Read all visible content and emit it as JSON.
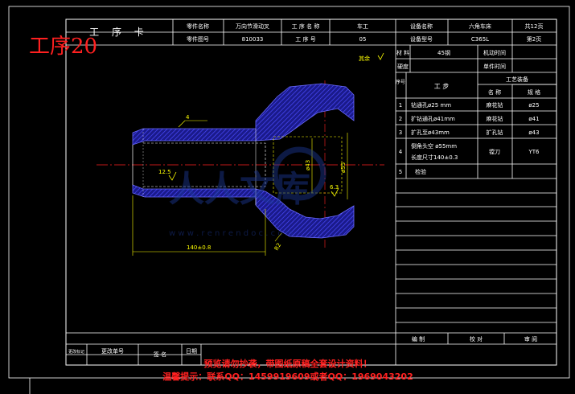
{
  "sheet_title": "工序20",
  "header": {
    "card_title": "工 序 卡",
    "part_name_label": "零件名称",
    "part_name": "万向节滑动叉",
    "proc_name_label": "工 序 名 称",
    "proc_name": "车工",
    "equip_name_label": "设备名称",
    "equip_name": "六角车床",
    "total_pages": "共12页",
    "part_no_label": "零件图号",
    "part_no": "810033",
    "proc_no_label": "工 序 号",
    "proc_no": "05",
    "equip_model_label": "设备型号",
    "equip_model": "C365L",
    "page_no": "第2页"
  },
  "info": {
    "material_label": "材 料",
    "material": "45钢",
    "machine_time_label": "机动时间",
    "hardness_label": "硬度",
    "unit_time_label": "单件时间"
  },
  "steps_table": {
    "no_label": "序号",
    "step_label": "工 步",
    "equip_label": "工艺装备",
    "name_col": "名 称",
    "spec_col": "规 格",
    "rows": [
      {
        "no": "1",
        "step": "钻通孔ø25 mm",
        "tool": "麻花钻",
        "spec": "ø25"
      },
      {
        "no": "2",
        "step": "扩钻通孔ø41mm",
        "tool": "麻花钻",
        "spec": "ø41"
      },
      {
        "no": "3",
        "step": "扩孔至ø43mm",
        "tool": "扩孔钻",
        "spec": "ø43"
      },
      {
        "no": "4",
        "step": "倒角头空 ø55mm",
        "step2": "长度尺寸140±0.3",
        "tool": "镗刀",
        "spec": "YT6"
      },
      {
        "no": "5",
        "step": "检验",
        "tool": "",
        "spec": ""
      }
    ]
  },
  "drawing": {
    "roughness_note": "其余",
    "dim_length": "140±0.8",
    "dim_bore": "ø43",
    "dim_outer": "ø55",
    "dim_4": "4",
    "rough1": "12.5",
    "rough2": "6.3",
    "dim_r": "R2"
  },
  "footer": {
    "compile_label": "编 制",
    "check_label": "校 对",
    "review_label": "审 阅",
    "mark_label": "更改标记",
    "change_doc_label": "更改单号",
    "sign_label": "签 名",
    "date_label": "日期"
  },
  "watermark": {
    "brand": "人人文库",
    "url": "w w w . r e n r e n d o c . c o m"
  },
  "notice": {
    "line1": "预览请勿抄袭，带图纸原稿全套设计资料！",
    "line2": "温馨提示：联系QQ：1459919609或者QQ：1969043202"
  }
}
